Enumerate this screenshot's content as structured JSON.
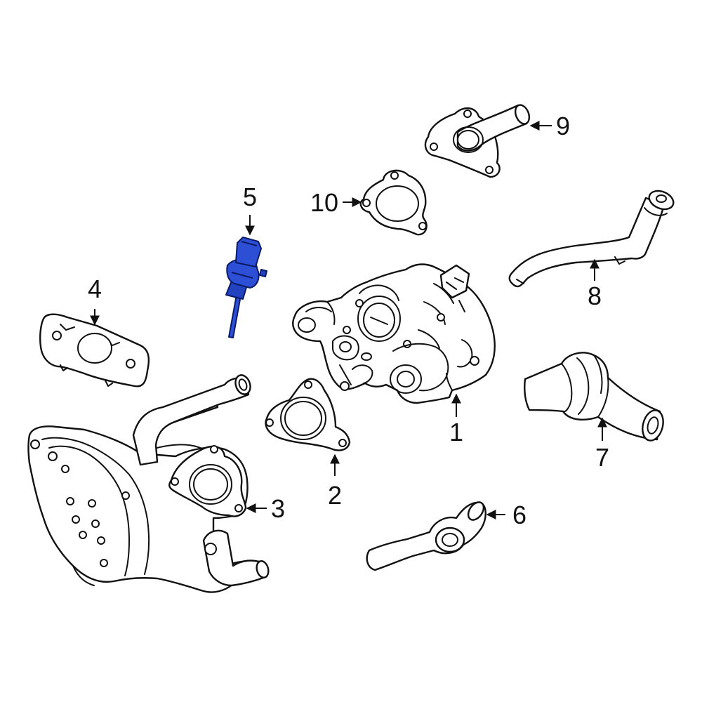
{
  "callouts": {
    "c1": "1",
    "c2": "2",
    "c3": "3",
    "c4": "4",
    "c5": "5",
    "c6": "6",
    "c7": "7",
    "c8": "8",
    "c9": "9",
    "c10": "10"
  },
  "colors": {
    "highlight": "#2d4fd6",
    "highlight_dark": "#1a2f9e",
    "line": "#111111",
    "background": "#ffffff"
  }
}
